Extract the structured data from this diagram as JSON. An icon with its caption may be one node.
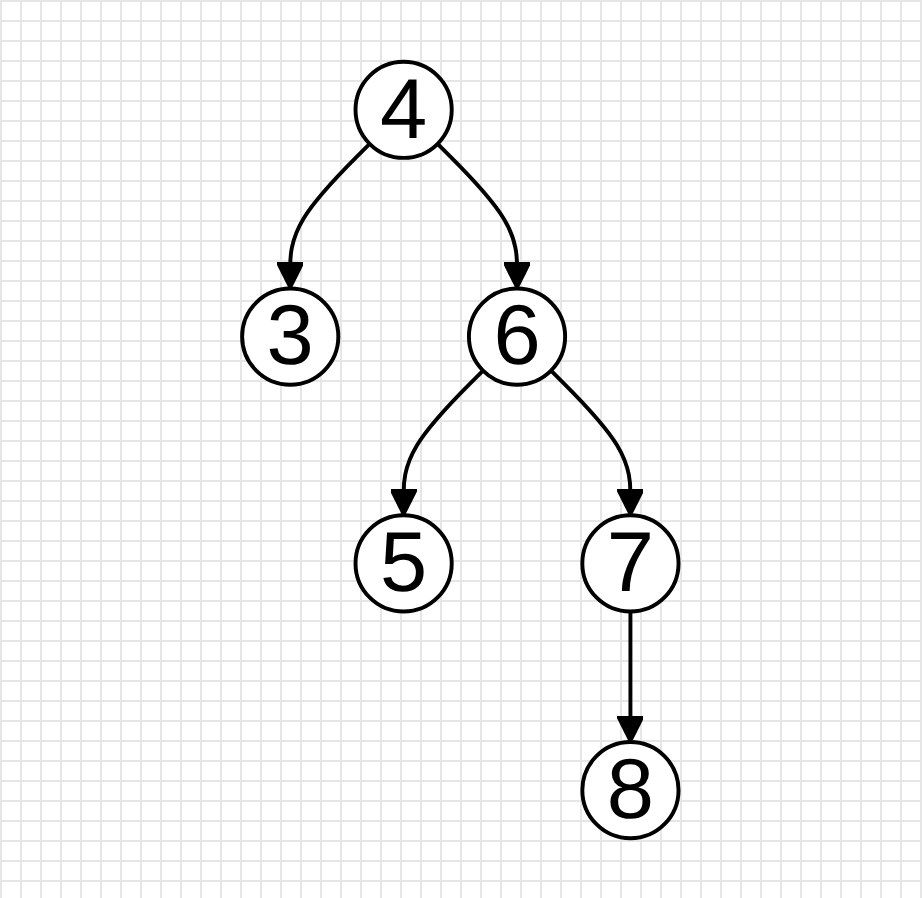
{
  "diagram": {
    "nodes": [
      {
        "text": [
          "4"
        ]
      },
      {
        "text": [
          "3"
        ]
      },
      {
        "text": [
          "6"
        ]
      },
      {
        "text": [
          "5"
        ]
      },
      {
        "text": [
          "7"
        ]
      },
      {
        "text": [
          "8"
        ]
      }
    ],
    "edges": [
      {
        "from": 0,
        "to": 1,
        "arrow": "to"
      },
      {
        "from": 0,
        "to": 2,
        "arrow": "to"
      },
      {
        "from": 2,
        "to": 3,
        "arrow": "to"
      },
      {
        "from": 2,
        "to": 4,
        "arrow": "to"
      },
      {
        "from": 4,
        "to": 5,
        "arrow": "to"
      }
    ]
  }
}
